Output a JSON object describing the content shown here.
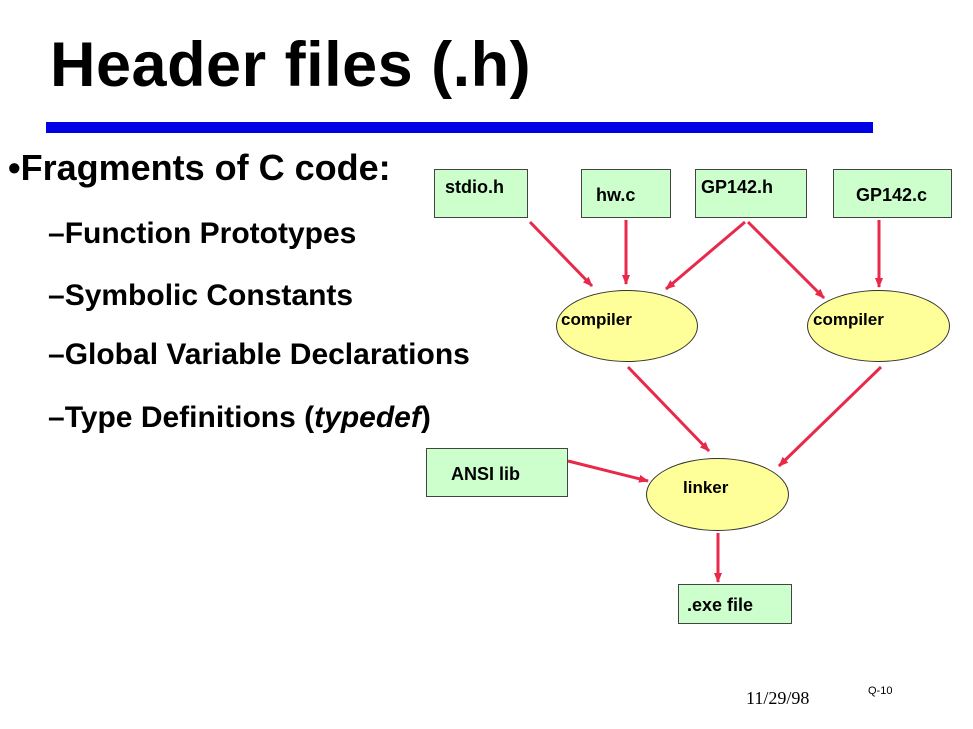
{
  "slide": {
    "title": "Header files (.h)",
    "bullet": {
      "marker": "•",
      "text": "Fragments of C code:",
      "items": [
        {
          "dash": "–",
          "text": "Function Prototypes"
        },
        {
          "dash": "–",
          "text": "Symbolic Constants"
        },
        {
          "dash": "–",
          "text": "Global Variable Declarations"
        },
        {
          "dash": "–",
          "prefix": "Type Definitions (",
          "italic": "typedef",
          "suffix": ")"
        }
      ]
    },
    "diagram": {
      "files": {
        "stdio_h": "stdio.h",
        "hw_c": "hw.c",
        "gp142_h": "GP142.h",
        "gp142_c": "GP142.c",
        "ansi_lib": "ANSI lib",
        "exe_file": ".exe file"
      },
      "compiler_left": "compiler",
      "compiler_right": "compiler",
      "linker": "linker"
    },
    "footer": {
      "date": "11/29/98",
      "page": "Q-10"
    },
    "colors": {
      "title_rule": "#0000e6",
      "box_fill": "#ccffcc",
      "oval_fill": "#ffff99",
      "arrow": "#e8294a"
    }
  }
}
